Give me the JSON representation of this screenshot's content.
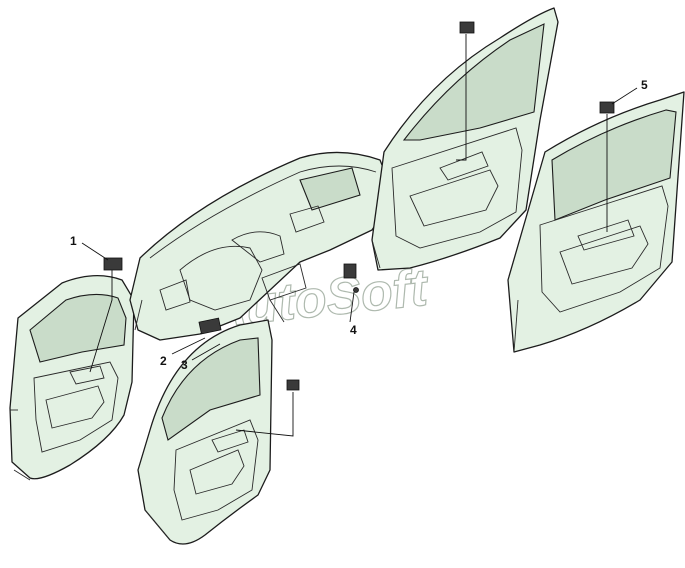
{
  "watermark": "AutoSoft",
  "callouts": [
    {
      "id": "1",
      "label": "1"
    },
    {
      "id": "2",
      "label": "2"
    },
    {
      "id": "3",
      "label": "3"
    },
    {
      "id": "4",
      "label": "4"
    },
    {
      "id": "5",
      "label": "5"
    }
  ],
  "colors": {
    "part_fill": "#e3f1e3",
    "part_shadow": "#c9dcc9",
    "outline": "#1c1c1c",
    "switch": "#3a3a3a"
  }
}
